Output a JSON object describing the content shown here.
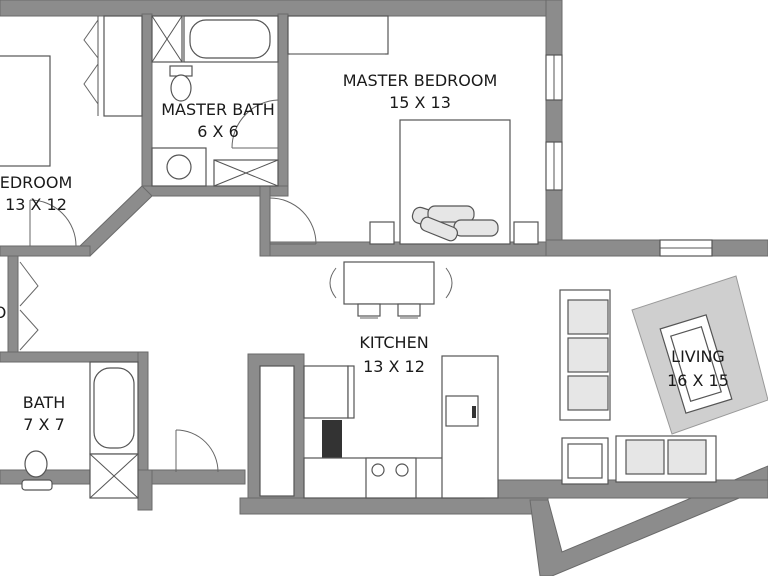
{
  "rooms": {
    "master_bedroom": {
      "name": "MASTER BEDROOM",
      "size": "15 X 13"
    },
    "master_bath": {
      "name": "MASTER BATH",
      "size": "6 X 6"
    },
    "bedroom": {
      "name": "EDROOM",
      "size": "13 X 12"
    },
    "kitchen": {
      "name": "KITCHEN",
      "size": "13 X 12"
    },
    "bath": {
      "name": "BATH",
      "size": "7 X 7"
    },
    "living": {
      "name": "LIVING",
      "size": "16 X 15"
    },
    "closet_fragment": {
      "name": "O"
    }
  },
  "colors": {
    "wall": "#8c8c8c",
    "floor": "#ffffff",
    "rug": "#cfcfcf",
    "text": "#1a1a1a"
  }
}
